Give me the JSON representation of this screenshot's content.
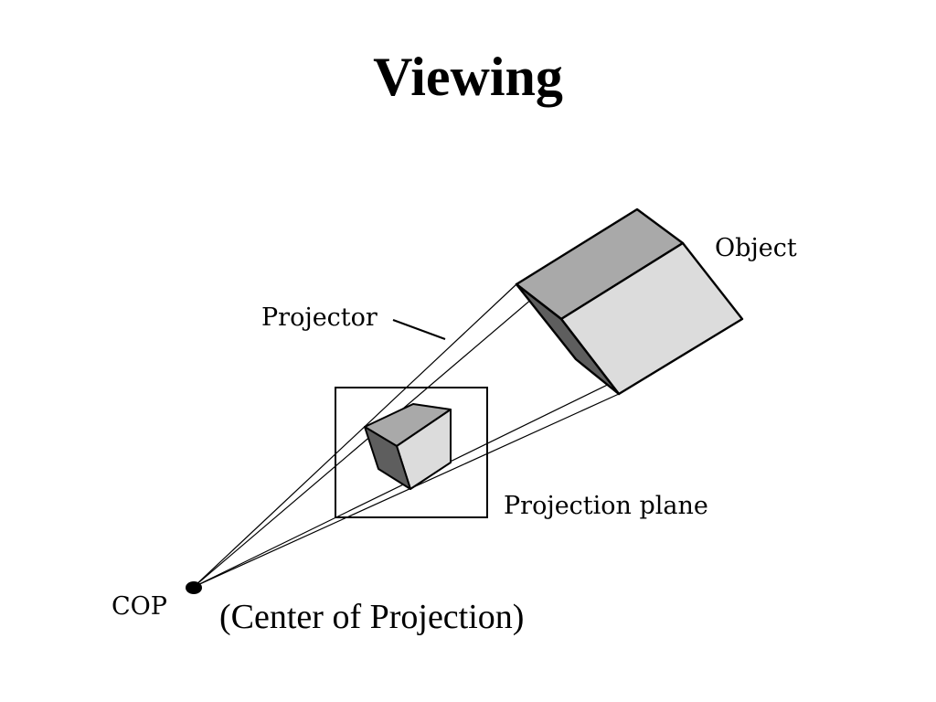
{
  "title": "Viewing",
  "labels": {
    "object": "Object",
    "projector": "Projector",
    "projection_plane": "Projection plane",
    "cop": "COP"
  },
  "caption": "(Center of Projection)",
  "colors": {
    "face_top": "#a9a9a9",
    "face_front": "#dcdcdc",
    "face_side": "#5e5e5e",
    "stroke": "#000000",
    "background": "#ffffff"
  }
}
